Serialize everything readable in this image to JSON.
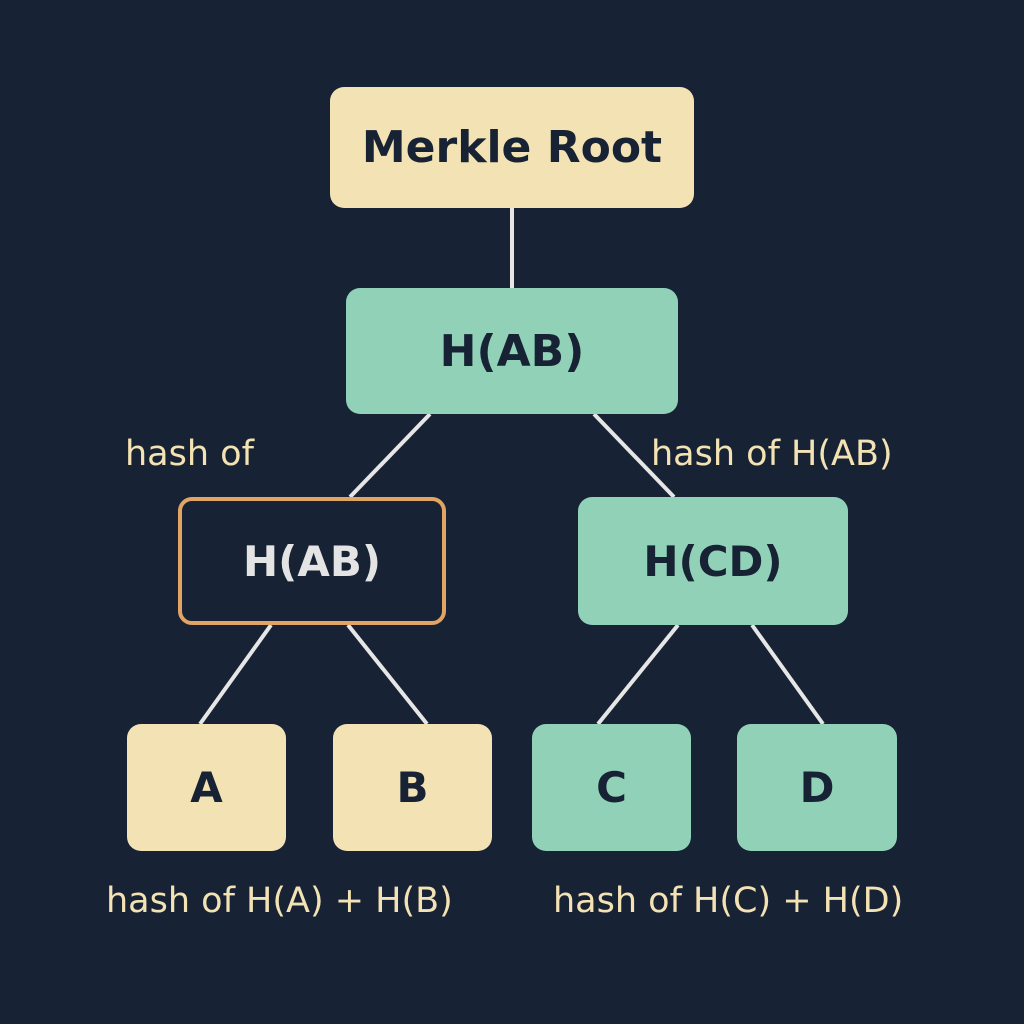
{
  "diagram": {
    "nodes": {
      "root": "Merkle Root",
      "top_hash": "H(AB)",
      "left_hash": "H(AB)",
      "right_hash": "H(CD)",
      "leaf_a": "A",
      "leaf_b": "B",
      "leaf_c": "C",
      "leaf_d": "D"
    },
    "annotations": {
      "left_upper": "hash of",
      "right_upper": "hash of H(AB)",
      "left_lower": "hash of H(A) + H(B)",
      "right_lower": "hash of H(C) + H(D)"
    },
    "colors": {
      "background": "#172234",
      "cream": "#f3e2b3",
      "mint": "#90d1b7",
      "highlight_border": "#e1a463",
      "edge": "#e6e6e6",
      "annotation_text": "#f3e2b3"
    }
  }
}
